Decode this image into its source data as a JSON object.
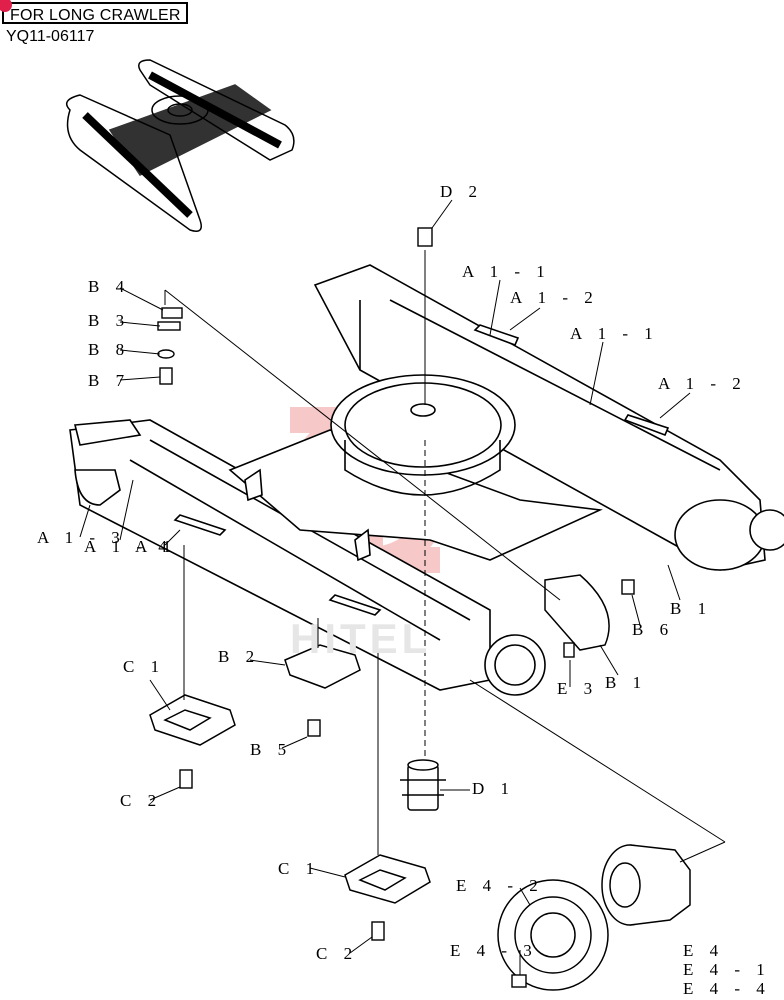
{
  "header": {
    "title": "FOR LONG CRAWLER",
    "code": "YQ11-06117"
  },
  "colors": {
    "line": "#000000",
    "watermark_logo": "#f4b6b6",
    "badge": "#e0204a"
  },
  "watermark": {
    "text": "HITEL"
  },
  "labels": {
    "d2": "D 2",
    "a11_top": "A 1 - 1",
    "a12_top": "A 1 - 2",
    "a11_mid": "A 1 - 1",
    "a12_right": "A 1 - 2",
    "b4": "B 4",
    "b3": "B 3",
    "b8": "B 8",
    "b7": "B 7",
    "a13": "A 1 - 3",
    "a14": "A 1 - 4",
    "a1": "A 1",
    "b1_right": "B 1",
    "b6": "B 6",
    "b1_cover": "B 1",
    "e3": "E 3",
    "c1_left": "C 1",
    "b2": "B 2",
    "b5": "B 5",
    "c2_left": "C 2",
    "d1": "D 1",
    "c1_bottom": "C 1",
    "c2_bottom": "C 2",
    "e42": "E 4 - 2",
    "e43": "E 4 - 3",
    "e4": "E 4",
    "e41": "E 4 - 1",
    "e44": "E 4 - 4"
  }
}
